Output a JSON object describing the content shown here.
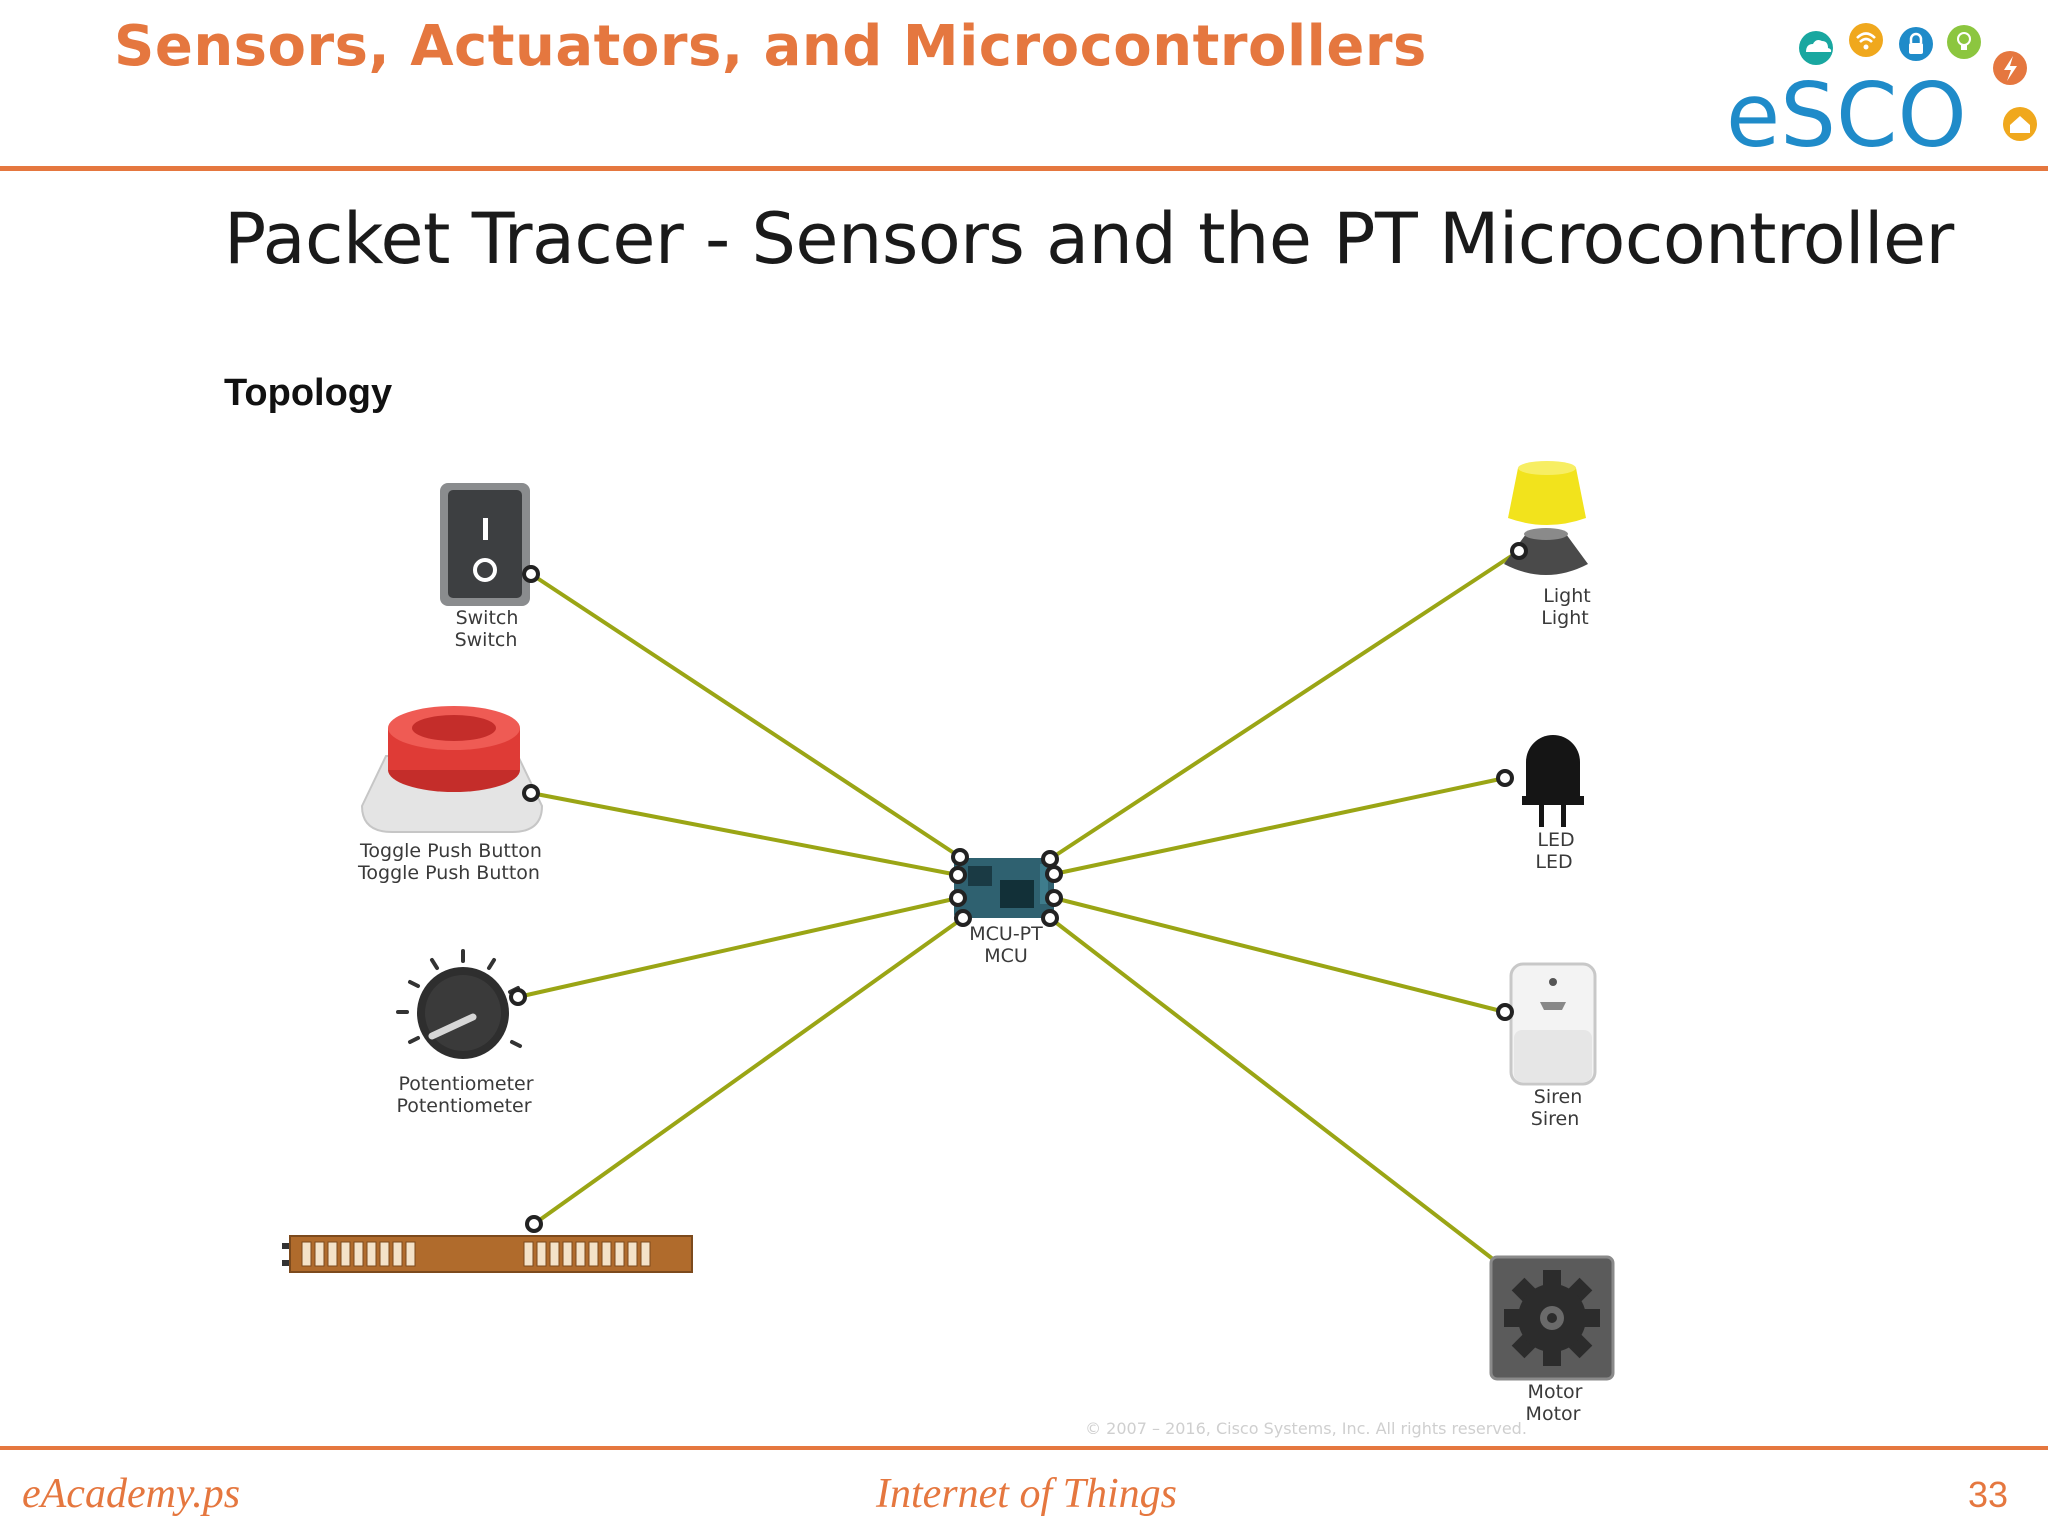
{
  "header": {
    "title": "Sensors, Actuators, and Microcontrollers",
    "logo_text": "eSCO",
    "accent_color": "#e5773f",
    "logo_color": "#1f8bc9",
    "logo_icons": [
      "cloud-icon",
      "wifi-icon",
      "lock-icon",
      "lightbulb-icon",
      "lightning-icon",
      "home-icon"
    ]
  },
  "slide": {
    "title": "Packet Tracer - Sensors and the PT Microcontroller",
    "section_label": "Topology"
  },
  "topology": {
    "link_color": "#9aa515",
    "mcu": {
      "model": "MCU-PT",
      "name": "MCU"
    },
    "devices": [
      {
        "id": "switch",
        "type": "Switch",
        "name": "Switch",
        "icon": "rocker-switch-icon"
      },
      {
        "id": "button",
        "type": "Toggle Push Button",
        "name": "Toggle Push Button",
        "icon": "push-button-icon"
      },
      {
        "id": "pot",
        "type": "Potentiometer",
        "name": "Potentiometer",
        "icon": "knob-icon"
      },
      {
        "id": "flex",
        "type": "",
        "name": "",
        "icon": "flex-sensor-icon"
      },
      {
        "id": "light",
        "type": "Light",
        "name": "Light",
        "icon": "lamp-icon"
      },
      {
        "id": "led",
        "type": "LED",
        "name": "LED",
        "icon": "led-icon"
      },
      {
        "id": "siren",
        "type": "Siren",
        "name": "Siren",
        "icon": "siren-icon"
      },
      {
        "id": "motor",
        "type": "Motor",
        "name": "Motor",
        "icon": "gear-icon"
      }
    ],
    "copyright": "© 2007 – 2016, Cisco Systems, Inc. All rights reserved."
  },
  "footer": {
    "left": "eAcademy.ps",
    "center": "Internet of Things",
    "page": "33"
  }
}
